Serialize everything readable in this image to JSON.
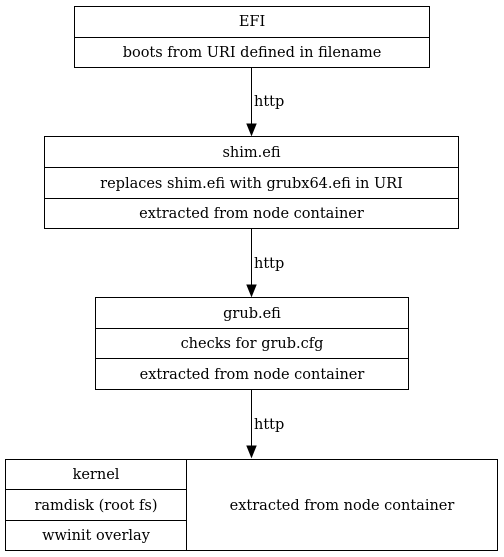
{
  "nodes": {
    "efi": {
      "title": "EFI",
      "fields": [
        "boots from URI defined in filename"
      ]
    },
    "shim": {
      "title": "shim.efi",
      "fields": [
        "replaces shim.efi with grubx64.efi in URI",
        "extracted from node container"
      ]
    },
    "grub": {
      "title": "grub.efi",
      "fields": [
        "checks for grub.cfg",
        "extracted from node container"
      ]
    },
    "kernel": {
      "left_fields": [
        "kernel",
        "ramdisk (root fs)",
        "wwinit overlay"
      ],
      "right_field": "extracted from node container"
    }
  },
  "edges": [
    {
      "from": "efi",
      "to": "shim",
      "label": "http"
    },
    {
      "from": "shim",
      "to": "grub",
      "label": "http"
    },
    {
      "from": "grub",
      "to": "kernel",
      "label": "http"
    }
  ]
}
